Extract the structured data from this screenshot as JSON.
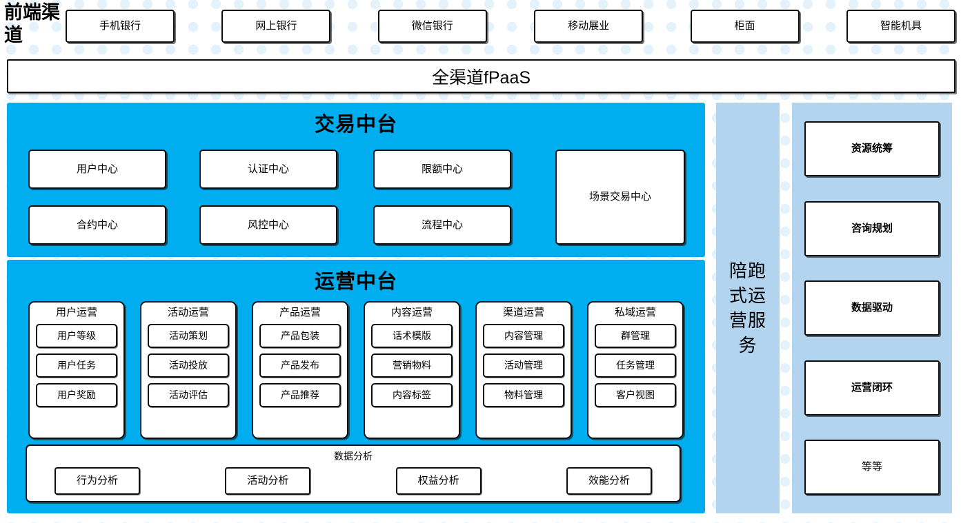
{
  "colors": {
    "accent_blue": "#00AEEF",
    "light_blue": "#B3D4EE",
    "dot_blue": "#E4F2FB",
    "border": "#0D0D0D"
  },
  "channels": {
    "label": "前端渠道",
    "items": [
      {
        "label": "手机银行"
      },
      {
        "label": "网上银行"
      },
      {
        "label": "微信银行"
      },
      {
        "label": "移动展业"
      },
      {
        "label": "柜面"
      },
      {
        "label": "智能机具"
      }
    ]
  },
  "platform_bar": {
    "label": "全渠道fPaaS"
  },
  "trade_platform": {
    "title": "交易中台",
    "row1": [
      {
        "label": "用户中心"
      },
      {
        "label": "认证中心"
      },
      {
        "label": "限额中心"
      }
    ],
    "row2": [
      {
        "label": "合约中心"
      },
      {
        "label": "风控中心"
      },
      {
        "label": "流程中心"
      }
    ],
    "tall": {
      "label": "场景交易中心"
    }
  },
  "ops_platform": {
    "title": "运营中台",
    "columns": [
      {
        "title": "用户运营",
        "items": [
          "用户等级",
          "用户任务",
          "用户奖励"
        ]
      },
      {
        "title": "活动运营",
        "items": [
          "活动策划",
          "活动投放",
          "活动评估"
        ]
      },
      {
        "title": "产品运营",
        "items": [
          "产品包装",
          "产品发布",
          "产品推荐"
        ]
      },
      {
        "title": "内容运营",
        "items": [
          "话术模版",
          "营销物料",
          "内容标签"
        ]
      },
      {
        "title": "渠道运营",
        "items": [
          "内容管理",
          "活动管理",
          "物料管理"
        ]
      },
      {
        "title": "私域运营",
        "items": [
          "群管理",
          "任务管理",
          "客户视图"
        ]
      }
    ],
    "data_analysis": {
      "title": "数据分析",
      "items": [
        "行为分析",
        "活动分析",
        "权益分析",
        "效能分析"
      ]
    }
  },
  "service_column": {
    "label": "陪跑式运营服务"
  },
  "capability_panel": {
    "items": [
      {
        "label": "资源统筹",
        "bold": true
      },
      {
        "label": "咨询规划",
        "bold": true
      },
      {
        "label": "数据驱动",
        "bold": true
      },
      {
        "label": "运营闭环",
        "bold": true
      },
      {
        "label": "等等",
        "bold": false
      }
    ]
  }
}
